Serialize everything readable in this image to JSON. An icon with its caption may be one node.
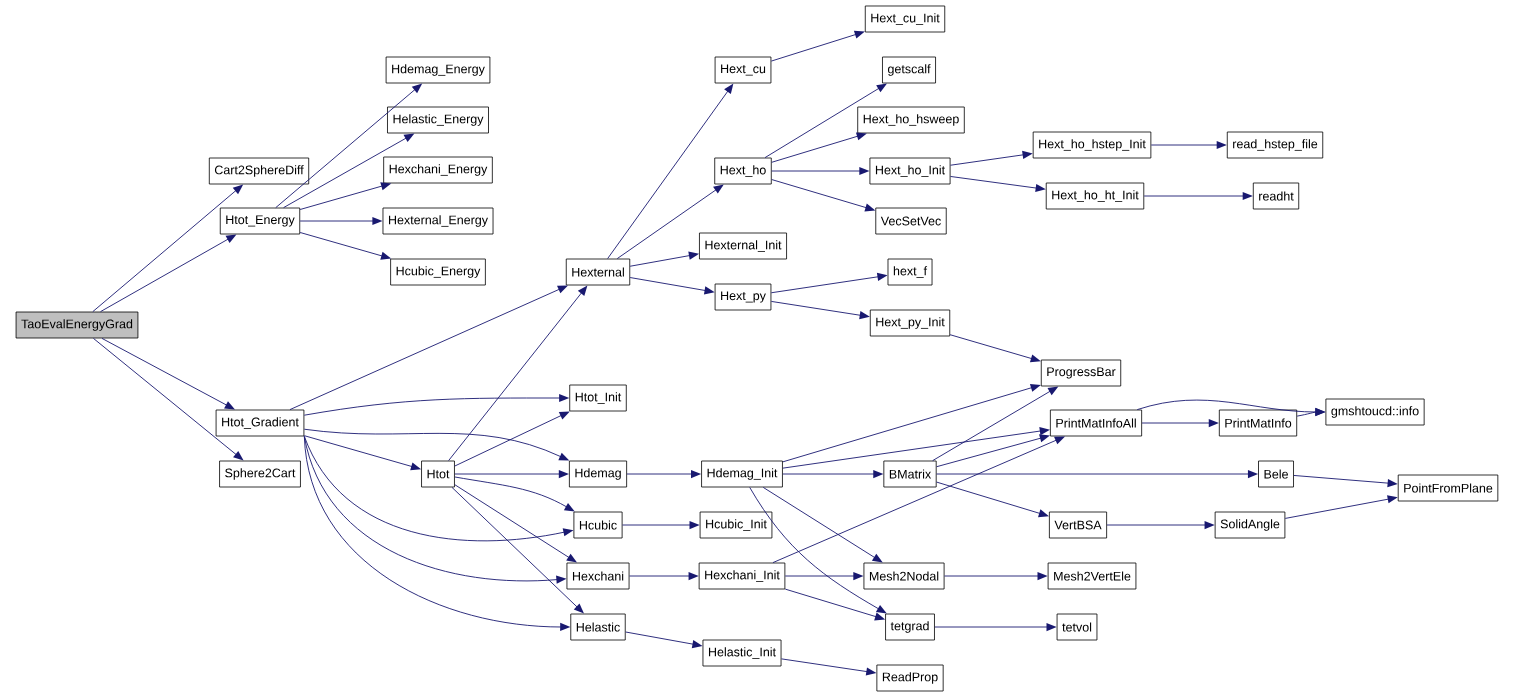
{
  "diagram": {
    "nodes": [
      {
        "text": [
          "TaoEvalEnergyGrad"
        ]
      },
      {
        "text": [
          "Cart2SphereDiff"
        ]
      },
      {
        "text": [
          "Htot_Energy"
        ]
      },
      {
        "text": [
          "Hdemag_Energy"
        ]
      },
      {
        "text": [
          "Helastic_Energy"
        ]
      },
      {
        "text": [
          "Hexchani_Energy"
        ]
      },
      {
        "text": [
          "Hexternal_Energy"
        ]
      },
      {
        "text": [
          "Hcubic_Energy"
        ]
      },
      {
        "text": [
          "Htot_Gradient"
        ]
      },
      {
        "text": [
          "Sphere2Cart"
        ]
      },
      {
        "text": [
          "Hexternal"
        ]
      },
      {
        "text": [
          "Htot_Init"
        ]
      },
      {
        "text": [
          "Htot"
        ]
      },
      {
        "text": [
          "Hdemag"
        ]
      },
      {
        "text": [
          "Hcubic"
        ]
      },
      {
        "text": [
          "Hexchani"
        ]
      },
      {
        "text": [
          "Helastic"
        ]
      },
      {
        "text": [
          "Hext_cu"
        ]
      },
      {
        "text": [
          "Hext_cu_Init"
        ]
      },
      {
        "text": [
          "getscalf"
        ]
      },
      {
        "text": [
          "Hext_ho"
        ]
      },
      {
        "text": [
          "Hext_ho_hsweep"
        ]
      },
      {
        "text": [
          "Hext_ho_Init"
        ]
      },
      {
        "text": [
          "VecSetVec"
        ]
      },
      {
        "text": [
          "Hexternal_Init"
        ]
      },
      {
        "text": [
          "Hext_py"
        ]
      },
      {
        "text": [
          "hext_f"
        ]
      },
      {
        "text": [
          "Hext_py_Init"
        ]
      },
      {
        "text": [
          "Hext_ho_hstep_Init"
        ]
      },
      {
        "text": [
          "Hext_ho_ht_Init"
        ]
      },
      {
        "text": [
          "read_hstep_file"
        ]
      },
      {
        "text": [
          "readht"
        ]
      },
      {
        "text": [
          "Hdemag_Init"
        ]
      },
      {
        "text": [
          "Hcubic_Init"
        ]
      },
      {
        "text": [
          "Hexchani_Init"
        ]
      },
      {
        "text": [
          "Helastic_Init"
        ]
      },
      {
        "text": [
          "ProgressBar"
        ]
      },
      {
        "text": [
          "PrintMatInfoAll"
        ]
      },
      {
        "text": [
          "BMatrix"
        ]
      },
      {
        "text": [
          "Mesh2Nodal"
        ]
      },
      {
        "text": [
          "tetgrad"
        ]
      },
      {
        "text": [
          "ReadProp"
        ]
      },
      {
        "text": [
          "PrintMatInfo"
        ]
      },
      {
        "text": [
          "Bele"
        ]
      },
      {
        "text": [
          "VertBSA"
        ]
      },
      {
        "text": [
          "Mesh2VertEle"
        ]
      },
      {
        "text": [
          "tetvol"
        ]
      },
      {
        "text": [
          "SolidAngle"
        ]
      },
      {
        "text": [
          "gmshtoucd::info"
        ]
      },
      {
        "text": [
          "PointFromPlane"
        ]
      }
    ],
    "edges": [
      {
        "from": 0,
        "to": 1,
        "arrow": "to"
      },
      {
        "from": 0,
        "to": 2,
        "arrow": "to"
      },
      {
        "from": 0,
        "to": 8,
        "arrow": "to"
      },
      {
        "from": 0,
        "to": 9,
        "arrow": "to"
      },
      {
        "from": 2,
        "to": 3,
        "arrow": "to"
      },
      {
        "from": 2,
        "to": 4,
        "arrow": "to"
      },
      {
        "from": 2,
        "to": 5,
        "arrow": "to"
      },
      {
        "from": 2,
        "to": 6,
        "arrow": "to"
      },
      {
        "from": 2,
        "to": 7,
        "arrow": "to"
      },
      {
        "from": 8,
        "to": 10,
        "arrow": "to"
      },
      {
        "from": 8,
        "to": 11,
        "arrow": "to"
      },
      {
        "from": 8,
        "to": 12,
        "arrow": "to"
      },
      {
        "from": 8,
        "to": 13,
        "arrow": "to"
      },
      {
        "from": 8,
        "to": 14,
        "arrow": "to"
      },
      {
        "from": 8,
        "to": 15,
        "arrow": "to"
      },
      {
        "from": 8,
        "to": 16,
        "arrow": "to"
      },
      {
        "from": 12,
        "to": 10,
        "arrow": "to"
      },
      {
        "from": 12,
        "to": 11,
        "arrow": "to"
      },
      {
        "from": 12,
        "to": 13,
        "arrow": "to"
      },
      {
        "from": 12,
        "to": 14,
        "arrow": "to"
      },
      {
        "from": 12,
        "to": 15,
        "arrow": "to"
      },
      {
        "from": 12,
        "to": 16,
        "arrow": "to"
      },
      {
        "from": 10,
        "to": 17,
        "arrow": "to"
      },
      {
        "from": 10,
        "to": 20,
        "arrow": "to"
      },
      {
        "from": 10,
        "to": 24,
        "arrow": "to"
      },
      {
        "from": 10,
        "to": 25,
        "arrow": "to"
      },
      {
        "from": 17,
        "to": 18,
        "arrow": "to"
      },
      {
        "from": 20,
        "to": 19,
        "arrow": "to"
      },
      {
        "from": 20,
        "to": 21,
        "arrow": "to"
      },
      {
        "from": 20,
        "to": 22,
        "arrow": "to"
      },
      {
        "from": 20,
        "to": 23,
        "arrow": "to"
      },
      {
        "from": 22,
        "to": 28,
        "arrow": "to"
      },
      {
        "from": 22,
        "to": 29,
        "arrow": "to"
      },
      {
        "from": 28,
        "to": 30,
        "arrow": "to"
      },
      {
        "from": 29,
        "to": 31,
        "arrow": "to"
      },
      {
        "from": 25,
        "to": 26,
        "arrow": "to"
      },
      {
        "from": 25,
        "to": 27,
        "arrow": "to"
      },
      {
        "from": 27,
        "to": 36,
        "arrow": "to"
      },
      {
        "from": 13,
        "to": 32,
        "arrow": "to"
      },
      {
        "from": 14,
        "to": 33,
        "arrow": "to"
      },
      {
        "from": 15,
        "to": 34,
        "arrow": "to"
      },
      {
        "from": 16,
        "to": 35,
        "arrow": "to"
      },
      {
        "from": 32,
        "to": 36,
        "arrow": "to"
      },
      {
        "from": 32,
        "to": 37,
        "arrow": "to"
      },
      {
        "from": 32,
        "to": 38,
        "arrow": "to"
      },
      {
        "from": 32,
        "to": 39,
        "arrow": "to"
      },
      {
        "from": 32,
        "to": 40,
        "arrow": "to"
      },
      {
        "from": 34,
        "to": 37,
        "arrow": "to"
      },
      {
        "from": 34,
        "to": 39,
        "arrow": "to"
      },
      {
        "from": 34,
        "to": 40,
        "arrow": "to"
      },
      {
        "from": 35,
        "to": 41,
        "arrow": "to"
      },
      {
        "from": 38,
        "to": 36,
        "arrow": "to"
      },
      {
        "from": 38,
        "to": 37,
        "arrow": "to"
      },
      {
        "from": 38,
        "to": 43,
        "arrow": "to"
      },
      {
        "from": 38,
        "to": 44,
        "arrow": "to"
      },
      {
        "from": 37,
        "to": 42,
        "arrow": "to"
      },
      {
        "from": 37,
        "to": 48,
        "arrow": "to"
      },
      {
        "from": 42,
        "to": 48,
        "arrow": "to"
      },
      {
        "from": 43,
        "to": 49,
        "arrow": "to"
      },
      {
        "from": 44,
        "to": 47,
        "arrow": "to"
      },
      {
        "from": 47,
        "to": 49,
        "arrow": "to"
      },
      {
        "from": 39,
        "to": 45,
        "arrow": "to"
      },
      {
        "from": 40,
        "to": 46,
        "arrow": "to"
      }
    ]
  }
}
